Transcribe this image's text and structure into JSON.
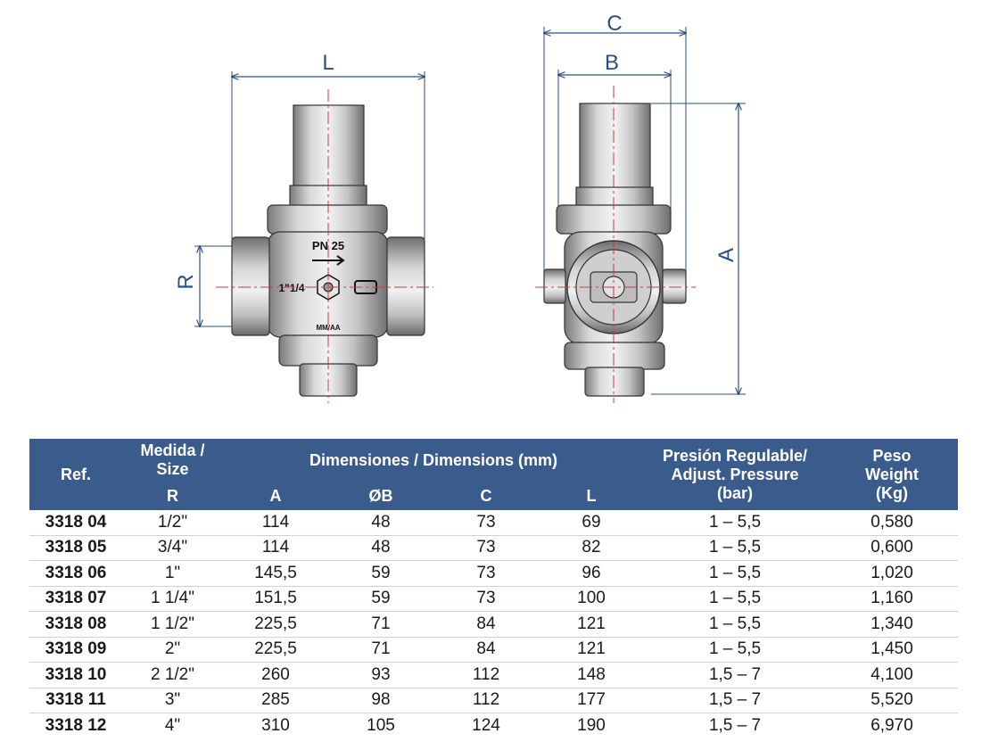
{
  "colors": {
    "dimension_line": "#2b4f80",
    "centerline": "#d9333f",
    "header_bg": "#3a5c8c",
    "header_text": "#ffffff",
    "valve_body": "#b8b8b8"
  },
  "drawing": {
    "front_view": {
      "dim_L": "L",
      "dim_R": "R",
      "marking_pressure": "PN 25",
      "marking_size": "1\"1/4",
      "marking_bottom": "MM/AA"
    },
    "side_view": {
      "dim_C": "C",
      "dim_B": "B",
      "dim_A": "A"
    }
  },
  "table": {
    "header": {
      "ref": "Ref.",
      "size_line1": "Medida /",
      "size_line2": "Size",
      "size_line3": "R",
      "dimensions": "Dimensiones / Dimensions (mm)",
      "col_a": "A",
      "col_b": "ØB",
      "col_c": "C",
      "col_l": "L",
      "pressure_line1": "Presión Regulable/",
      "pressure_line2": "Adjust. Pressure",
      "pressure_line3": "(bar)",
      "weight_line1": "Peso",
      "weight_line2": "Weight",
      "weight_line3": "(Kg)"
    },
    "rows": [
      {
        "ref": "3318 04",
        "size": "1/2\"",
        "a": "114",
        "b": "48",
        "c": "73",
        "l": "69",
        "pressure": "1 – 5,5",
        "weight": "0,580"
      },
      {
        "ref": "3318 05",
        "size": "3/4\"",
        "a": "114",
        "b": "48",
        "c": "73",
        "l": "82",
        "pressure": "1 – 5,5",
        "weight": "0,600"
      },
      {
        "ref": "3318 06",
        "size": "1\"",
        "a": "145,5",
        "b": "59",
        "c": "73",
        "l": "96",
        "pressure": "1 – 5,5",
        "weight": "1,020"
      },
      {
        "ref": "3318 07",
        "size": "1 1/4\"",
        "a": "151,5",
        "b": "59",
        "c": "73",
        "l": "100",
        "pressure": "1 – 5,5",
        "weight": "1,160"
      },
      {
        "ref": "3318 08",
        "size": "1 1/2\"",
        "a": "225,5",
        "b": "71",
        "c": "84",
        "l": "121",
        "pressure": "1 – 5,5",
        "weight": "1,340"
      },
      {
        "ref": "3318 09",
        "size": "2\"",
        "a": "225,5",
        "b": "71",
        "c": "84",
        "l": "121",
        "pressure": "1 – 5,5",
        "weight": "1,450"
      },
      {
        "ref": "3318 10",
        "size": "2 1/2\"",
        "a": "260",
        "b": "93",
        "c": "112",
        "l": "148",
        "pressure": "1,5 – 7",
        "weight": "4,100"
      },
      {
        "ref": "3318 11",
        "size": "3\"",
        "a": "285",
        "b": "98",
        "c": "112",
        "l": "177",
        "pressure": "1,5 – 7",
        "weight": "5,520"
      },
      {
        "ref": "3318 12",
        "size": "4\"",
        "a": "310",
        "b": "105",
        "c": "124",
        "l": "190",
        "pressure": "1,5 – 7",
        "weight": "6,970"
      }
    ]
  }
}
